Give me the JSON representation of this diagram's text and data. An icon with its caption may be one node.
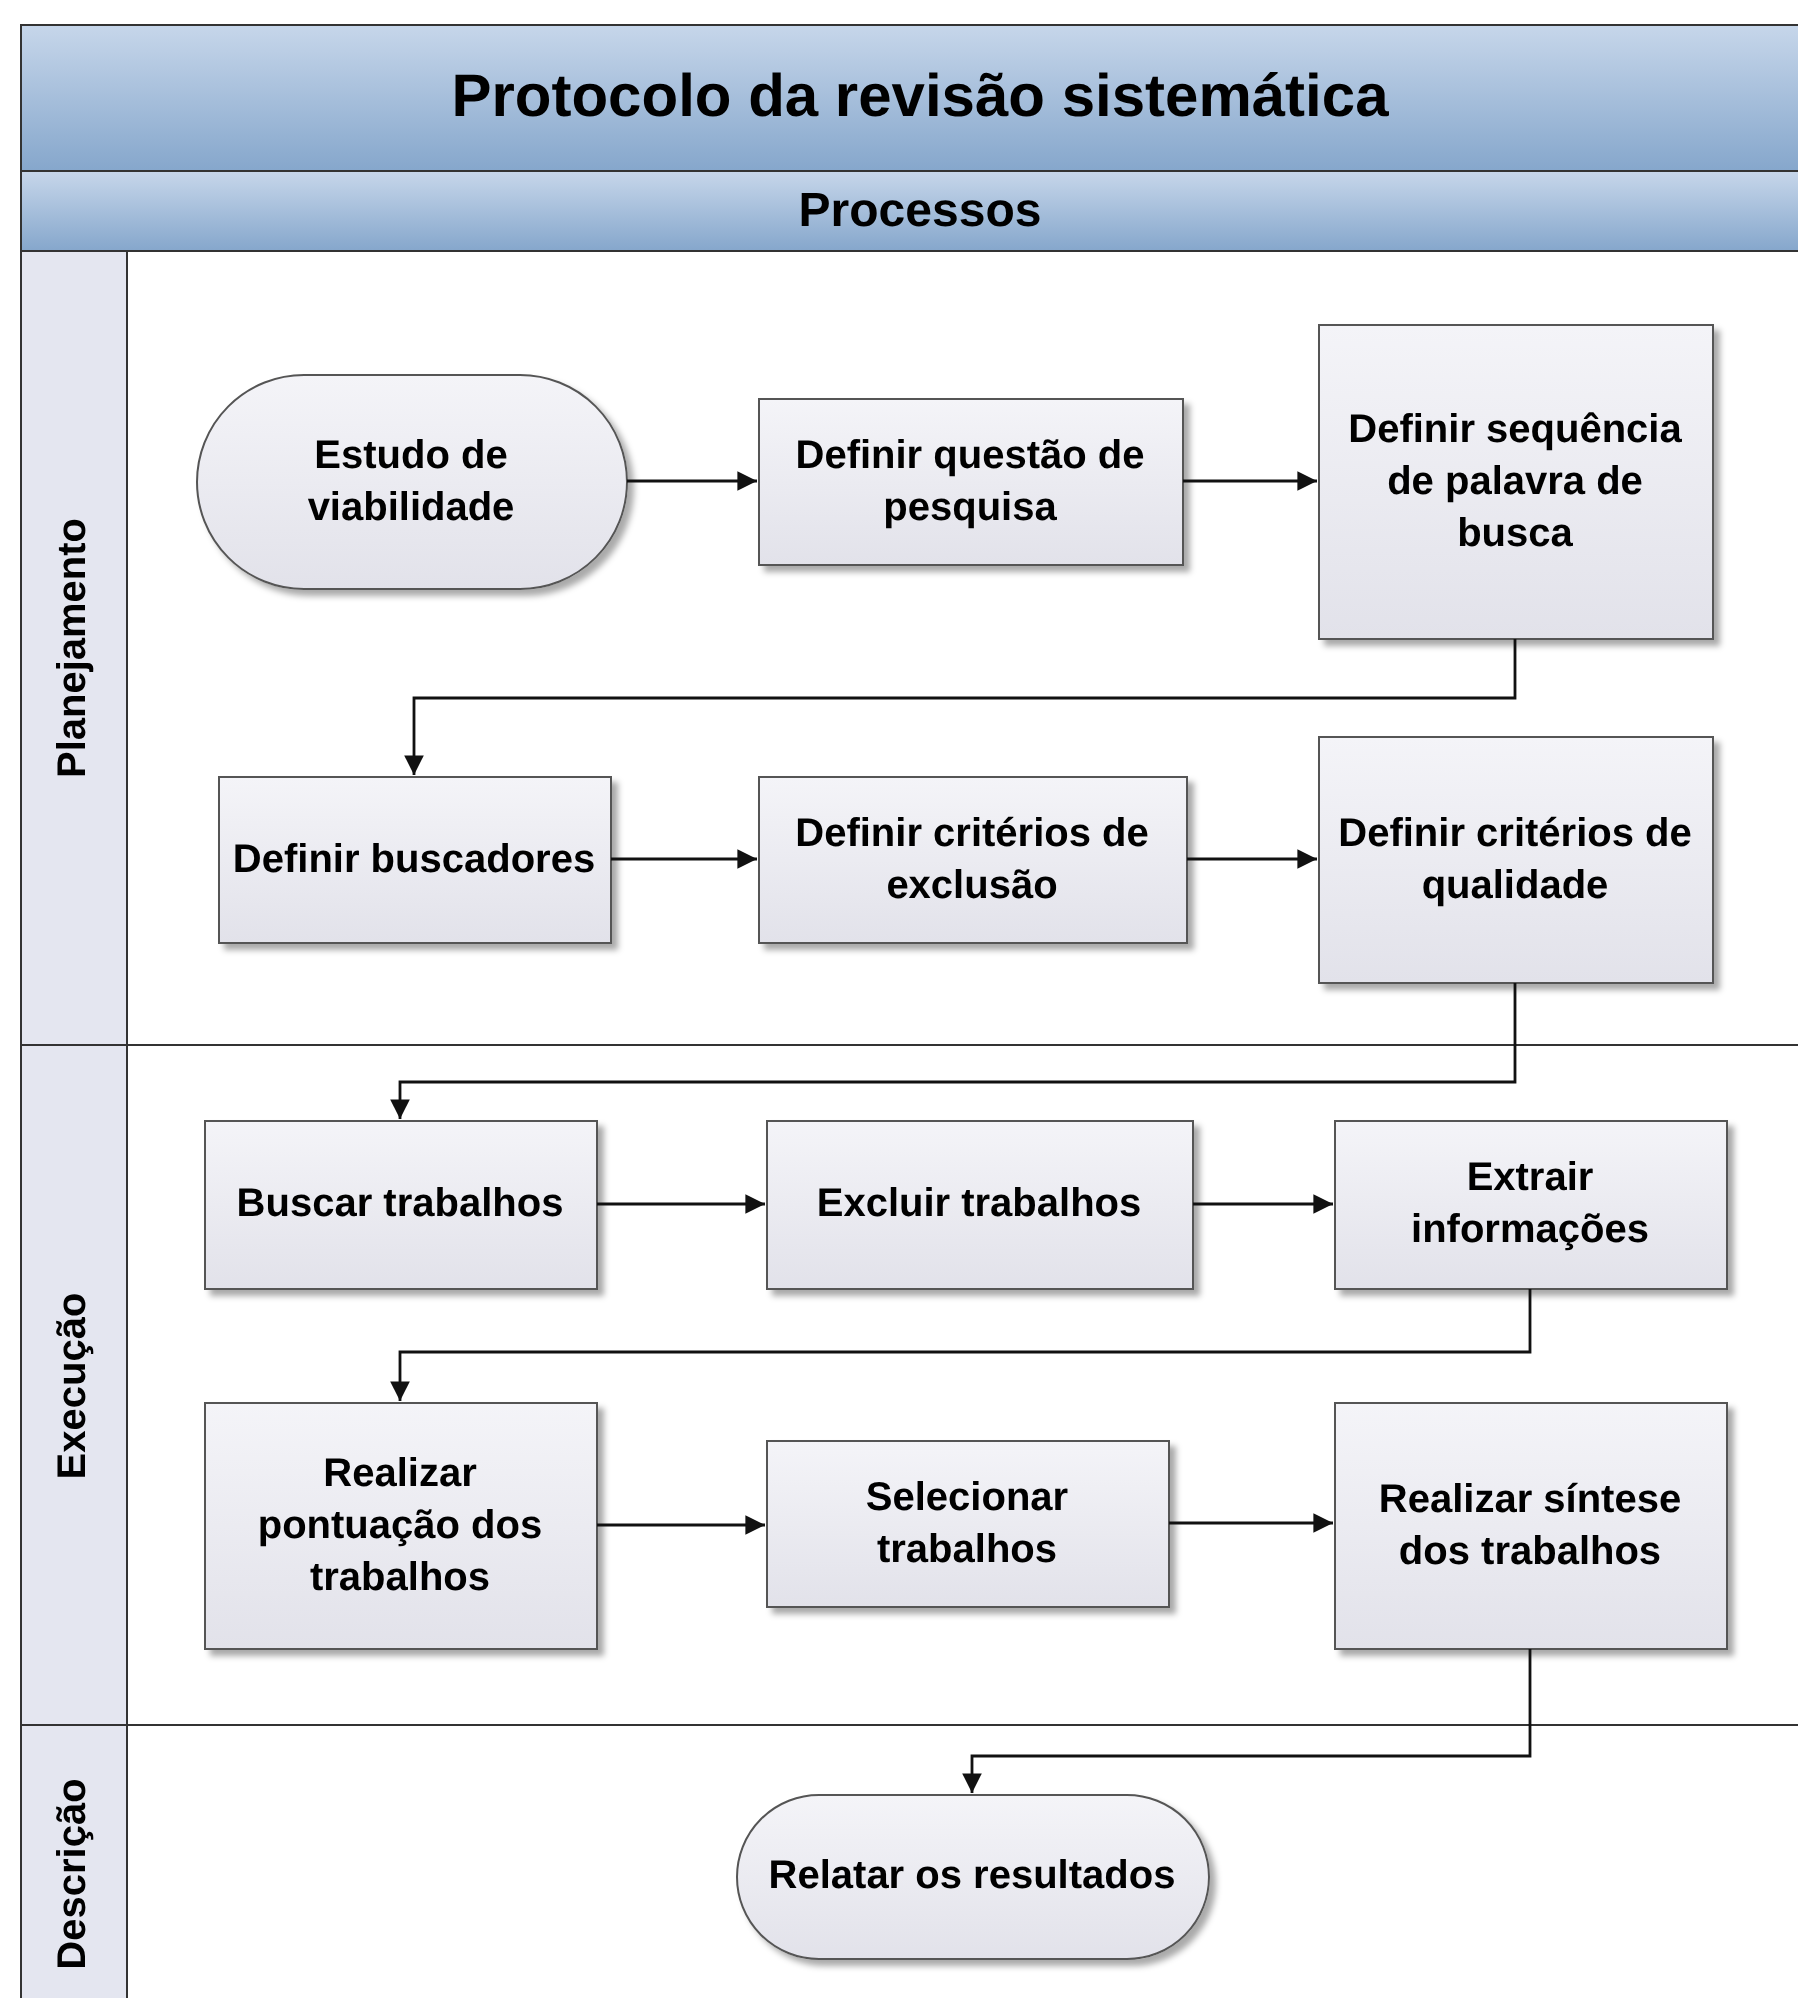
{
  "diagram": {
    "title": "Protocolo da revisão sistemática",
    "nodes": [
      {
        "text": [
          "Processos"
        ]
      },
      {
        "text": [
          "Planejamento"
        ]
      },
      {
        "text": [
          "Execução"
        ]
      },
      {
        "text": [
          "Descrição"
        ]
      },
      {
        "text": [
          "Estudo de viabilidade"
        ],
        "in": 1
      },
      {
        "text": [
          "Definir questão de pesquisa"
        ],
        "in": 1
      },
      {
        "text": [
          "Definir sequência de palavra de busca"
        ],
        "in": 1
      },
      {
        "text": [
          "Definir buscadores"
        ],
        "in": 1
      },
      {
        "text": [
          "Definir critérios de exclusão"
        ],
        "in": 1
      },
      {
        "text": [
          "Definir critérios de qualidade"
        ],
        "in": 1
      },
      {
        "text": [
          "Buscar trabalhos"
        ],
        "in": 2
      },
      {
        "text": [
          "Excluir trabalhos"
        ],
        "in": 2
      },
      {
        "text": [
          "Extrair informações"
        ],
        "in": 2
      },
      {
        "text": [
          "Realizar pontuação dos trabalhos"
        ],
        "in": 2
      },
      {
        "text": [
          "Selecionar trabalhos"
        ],
        "in": 2
      },
      {
        "text": [
          "Realizar síntese dos trabalhos"
        ],
        "in": 2
      },
      {
        "text": [
          "Relatar os resultados"
        ],
        "in": 3
      }
    ],
    "edges": [
      {
        "from": 4,
        "to": 5,
        "arrow": "to"
      },
      {
        "from": 5,
        "to": 6,
        "arrow": "to"
      },
      {
        "from": 6,
        "to": 7,
        "arrow": "to"
      },
      {
        "from": 7,
        "to": 8,
        "arrow": "to"
      },
      {
        "from": 8,
        "to": 9,
        "arrow": "to"
      },
      {
        "from": 9,
        "to": 10,
        "arrow": "to"
      },
      {
        "from": 10,
        "to": 11,
        "arrow": "to"
      },
      {
        "from": 11,
        "to": 12,
        "arrow": "to"
      },
      {
        "from": 12,
        "to": 13,
        "arrow": "to"
      },
      {
        "from": 13,
        "to": 14,
        "arrow": "to"
      },
      {
        "from": 14,
        "to": 15,
        "arrow": "to"
      },
      {
        "from": 15,
        "to": 16,
        "arrow": "to"
      }
    ]
  }
}
